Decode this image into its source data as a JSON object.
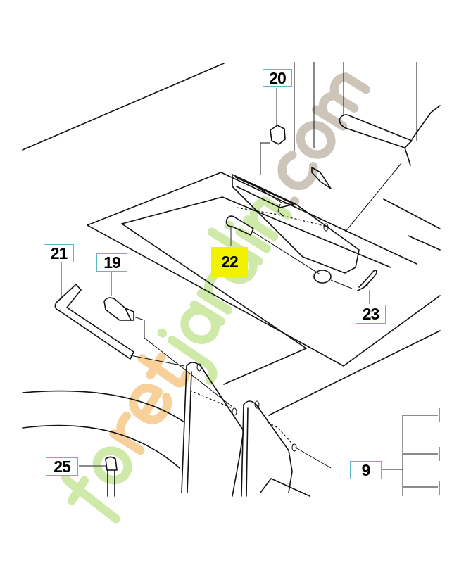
{
  "diagram": {
    "callouts": [
      {
        "id": "20",
        "label": "20",
        "highlighted": false
      },
      {
        "id": "21",
        "label": "21",
        "highlighted": false
      },
      {
        "id": "19",
        "label": "19",
        "highlighted": false
      },
      {
        "id": "22",
        "label": "22",
        "highlighted": true
      },
      {
        "id": "23",
        "label": "23",
        "highlighted": false
      },
      {
        "id": "25",
        "label": "25",
        "highlighted": false
      },
      {
        "id": "9",
        "label": "9",
        "highlighted": false
      }
    ],
    "watermark": "foretjardin.com",
    "colors": {
      "callout_border": "#5bb8c4",
      "highlight": "#f2f200",
      "watermark_green": "#c8e6a0",
      "watermark_orange": "#f5c98a",
      "watermark_gray": "#c9c0b6"
    }
  }
}
